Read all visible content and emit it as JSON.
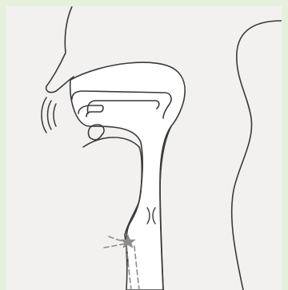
{
  "colors": {
    "frame": "#e7f0dc",
    "panel": "#f2f1ef",
    "tissue": "#ffffff",
    "outline": "#3a3a3a",
    "dashed_path": "#8c8c8c"
  },
  "icons": {
    "nasal_sound_waves": "curved-arcs",
    "pharynx_constriction": "paired-arcs",
    "glottis_source": "star"
  },
  "labels": []
}
